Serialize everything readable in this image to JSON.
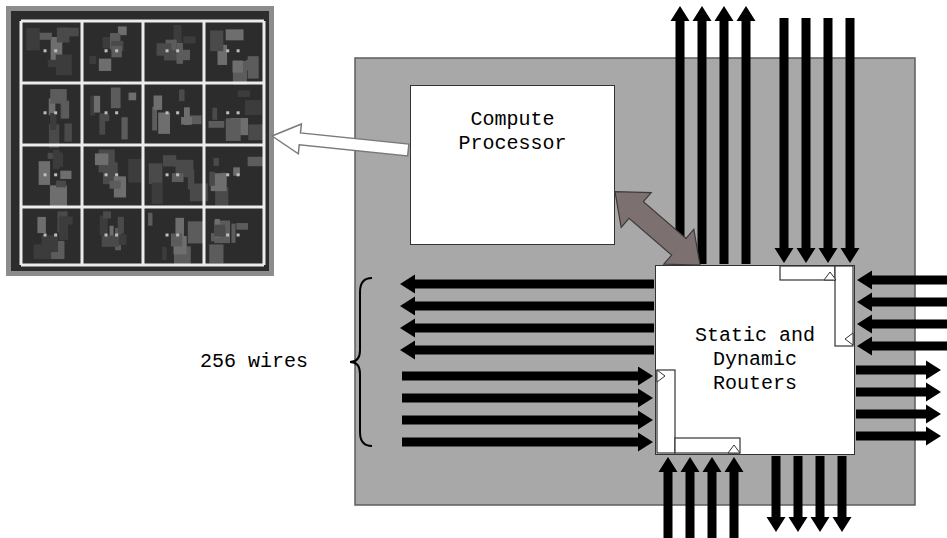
{
  "diagram": {
    "nodes": [
      {
        "text": [
          "Compute Processor"
        ]
      },
      {
        "text": [
          "Static and Dynamic Routers"
        ]
      }
    ],
    "edges": [
      {
        "from": 0,
        "to": 1,
        "arrow": "both"
      }
    ],
    "labels": [
      "256 wires"
    ]
  }
}
